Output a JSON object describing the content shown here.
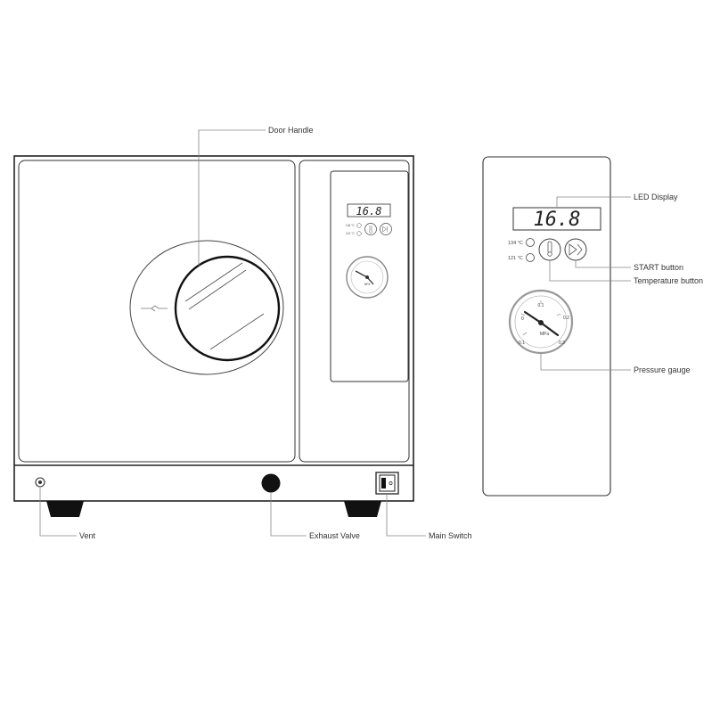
{
  "display_value": "16.8",
  "temp_options": [
    "134 °C",
    "121 °C"
  ],
  "gauge": {
    "unit": "MPa",
    "ticks": [
      "0",
      "0.1",
      "0.2",
      "0.3",
      "-0.1"
    ]
  },
  "callouts": {
    "door_handle": "Door Handle",
    "led_display": "LED Display",
    "start_button": "START button",
    "temperature_button": "Temperature button",
    "pressure_gauge": "Pressure gauge",
    "vent": "Vent",
    "exhaust_valve": "Exhaust Valve",
    "main_switch": "Main Switch"
  }
}
